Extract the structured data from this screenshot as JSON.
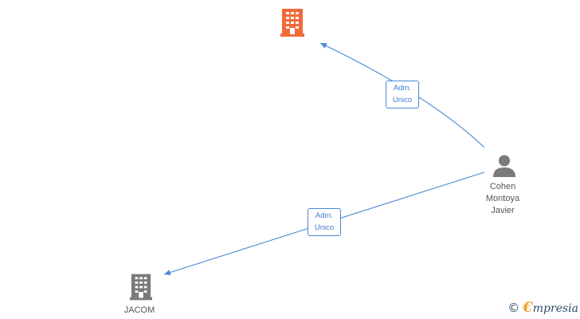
{
  "nodes": {
    "company_top": {
      "label": "",
      "color": "#f26a3a",
      "icon": "building-icon"
    },
    "company_bottom": {
      "label": "JACOM",
      "color": "#7a7a7a",
      "icon": "building-icon"
    },
    "person": {
      "label_line1": "Cohen",
      "label_line2": "Montoya",
      "label_line3": "Javier",
      "color": "#7a7a7a",
      "icon": "person-icon"
    }
  },
  "edges": [
    {
      "from": "person",
      "to": "company_top",
      "label_line1": "Adm.",
      "label_line2": "Unico"
    },
    {
      "from": "person",
      "to": "company_bottom",
      "label_line1": "Adm.",
      "label_line2": "Unico"
    }
  ],
  "colors": {
    "edge": "#4a86d4",
    "edge_label_text": "#3f7ccf"
  },
  "brand": {
    "copyright_symbol": "©",
    "e_mark": "€",
    "name": "mpresia"
  }
}
